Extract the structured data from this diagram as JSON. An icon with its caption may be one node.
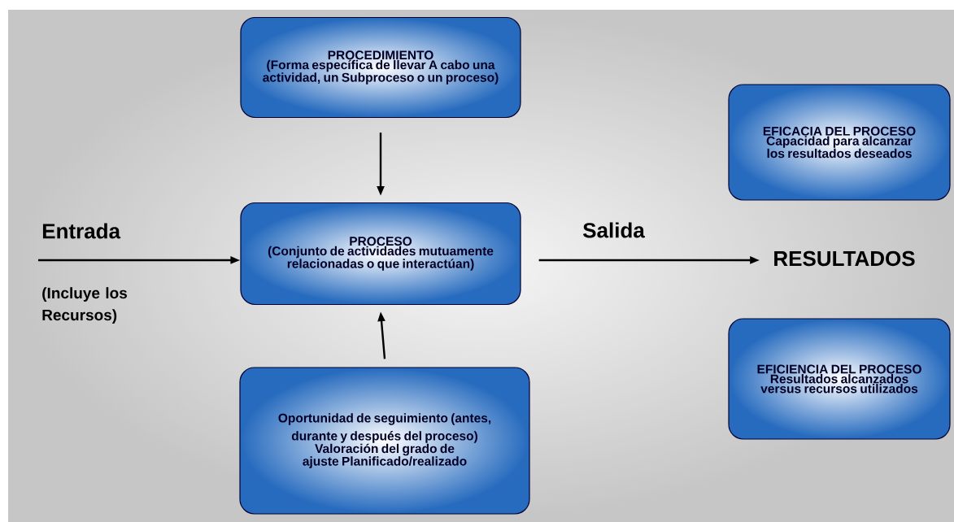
{
  "diagram": {
    "nodes": [
      {
        "text": [
          "PROCEDIMIENTO",
          "(Forma específica de llevar A cabo una actividad, un Subproceso o un proceso)"
        ]
      },
      {
        "text": [
          "PROCESO",
          "(Conjunto de actividades mutuamente relacionadas o que interactúan)"
        ]
      },
      {
        "text": [
          "RESULTADOS"
        ]
      },
      {
        "text": [
          "EFICACIA DEL PROCESO",
          "Capacidad para alcanzar los resultados deseados"
        ]
      },
      {
        "text": [
          "EFICIENCIA DEL PROCESO",
          "Resultados alcanzados versus recursos utilizados"
        ]
      },
      {
        "text": [
          "Oportunidad de seguimiento (antes, durante y después del proceso)",
          "Valoración del grado de ajuste Planificado/realizado"
        ]
      }
    ],
    "edges": [
      {
        "from": null,
        "to": 1,
        "arrow": "to",
        "label": "Entrada"
      },
      {
        "from": 1,
        "to": 2,
        "arrow": "to",
        "label": "Salida"
      },
      {
        "from": 0,
        "to": 1,
        "arrow": "to"
      },
      {
        "from": 5,
        "to": 1,
        "arrow": "to"
      }
    ],
    "labels": [
      "(Incluye los Recursos)"
    ]
  }
}
